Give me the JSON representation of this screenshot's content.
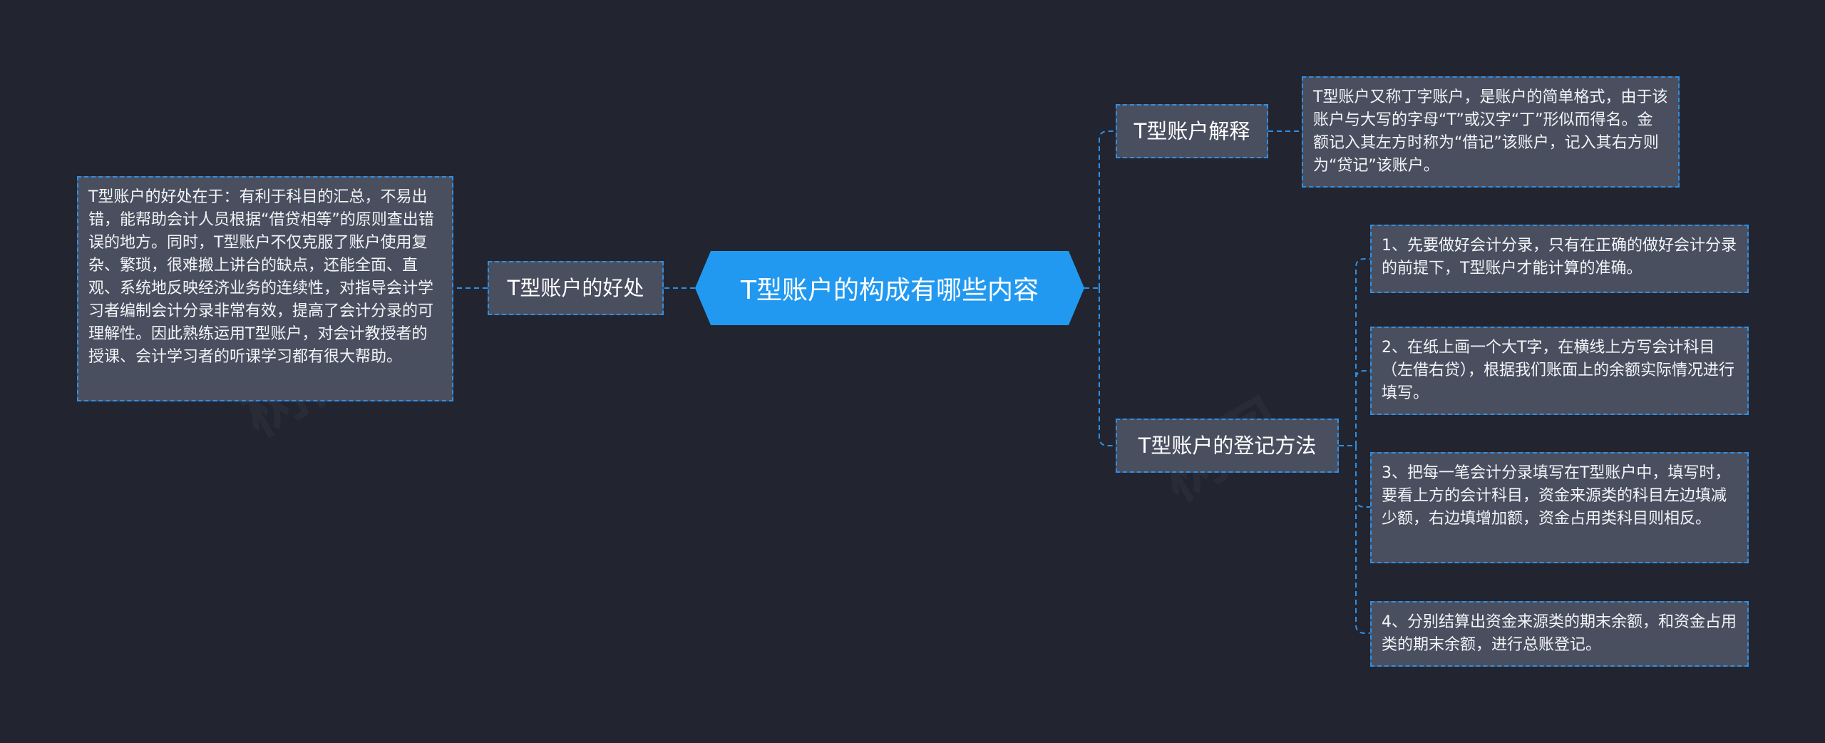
{
  "mindmap": {
    "root": "T型账户的构成有哪些内容",
    "explain": {
      "label": "T型账户解释",
      "text": "T型账户又称丁字账户，是账户的简单格式，由于该账户与大写的字母“T”或汉字“丁”形似而得名。金额记入其左方时称为“借记”该账户，记入其右方则为“贷记”该账户。"
    },
    "benefit": {
      "label": "T型账户的好处",
      "text": "T型账户的好处在于：有利于科目的汇总，不易出错，能帮助会计人员根据“借贷相等”的原则查出错误的地方。同时，T型账户不仅克服了账户使用复杂、繁琐，很难搬上讲台的缺点，还能全面、直观、系统地反映经济业务的连续性，对指导会计学习者编制会计分录非常有效，提高了会计分录的可理解性。因此熟练运用T型账户，对会计教授者的授课、会计学习者的听课学习都有很大帮助。"
    },
    "method": {
      "label": "T型账户的登记方法",
      "steps": [
        "1、先要做好会计分录，只有在正确的做好会计分录的前提下，T型账户才能计算的准确。",
        "2、在纸上画一个大T字，在横线上方写会计科目（左借右贷），根据我们账面上的余额实际情况进行填写。",
        "3、把每一笔会计分录填写在T型账户中，填写时，要看上方的会计科目，资金来源类的科目左边填减少额，右边填增加额，资金占用类科目则相反。",
        "4、分别结算出资金来源类的期末余额，和资金占用类的期末余额，进行总账登记。"
      ]
    }
  },
  "colors": {
    "background": "#22252f",
    "root_fill": "#2299f0",
    "node_fill": "#4a4f5f",
    "border": "#2f8fe6",
    "text": "#ffffff"
  }
}
